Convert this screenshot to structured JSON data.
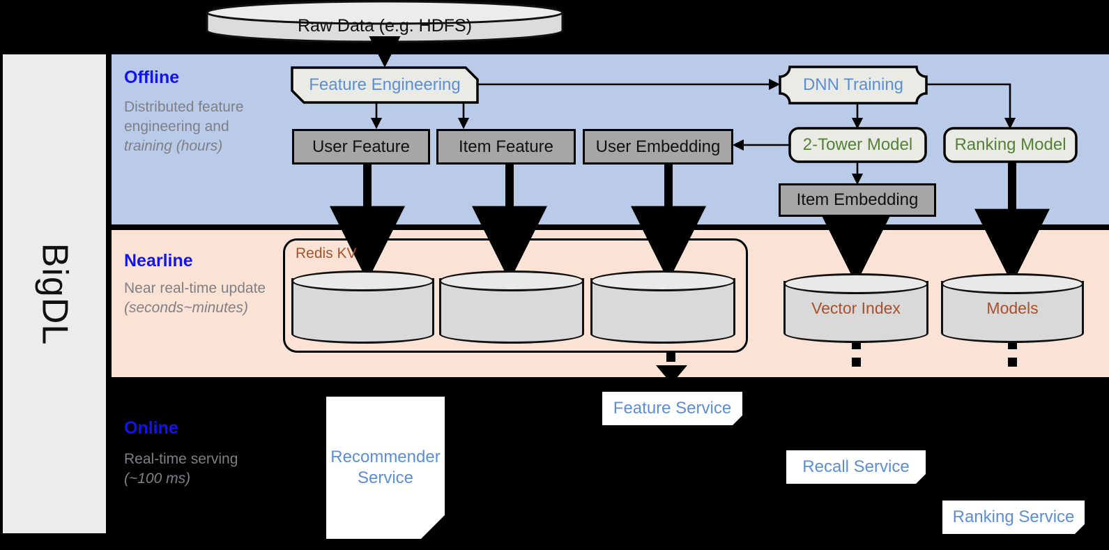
{
  "framework": {
    "name": "BigDL"
  },
  "source": {
    "label": "Raw Data (e.g. HDFS)"
  },
  "stages": {
    "offline": {
      "title": "Offline",
      "description": "Distributed feature engineering and ",
      "description_em": "training (hours)"
    },
    "nearline": {
      "title": "Nearline",
      "description": "Near real-time update ",
      "description_em": "(seconds~minutes)"
    },
    "online": {
      "title": "Online",
      "description": "Real-time serving ",
      "description_em": "(~100 ms)"
    }
  },
  "offline_nodes": {
    "feature_engineering": "Feature Engineering",
    "dnn_training": "DNN Training",
    "user_feature": "User Feature",
    "item_feature": "Item Feature",
    "user_embedding": "User Embedding",
    "two_tower_model": "2-Tower Model",
    "ranking_model": "Ranking Model",
    "item_embedding": "Item Embedding"
  },
  "nearline_nodes": {
    "redis_kv": "Redis KV",
    "store_user_feature": "",
    "store_item_feature": "",
    "store_user_embedding": "",
    "vector_index": "Vector Index",
    "models": "Models"
  },
  "online_nodes": {
    "recommender_service": "Recommender Service",
    "feature_service": "Feature Service",
    "recall_service": "Recall Service",
    "ranking_service": "Ranking Service"
  },
  "colors": {
    "offline_band": "#b9cbe8",
    "nearline_band": "#fae3d5",
    "online_band": "#000000",
    "stage_title": "#1313f0",
    "stage_desc": "#7f7f85",
    "blue_text": "#5b8ed6",
    "green_text": "#548235",
    "brown_text": "#a6512a",
    "gray_box": "#a6a6a6",
    "proc_box": "#ebebe6",
    "cylinder": "#d9d9d9",
    "sidebar": "#ececec"
  }
}
